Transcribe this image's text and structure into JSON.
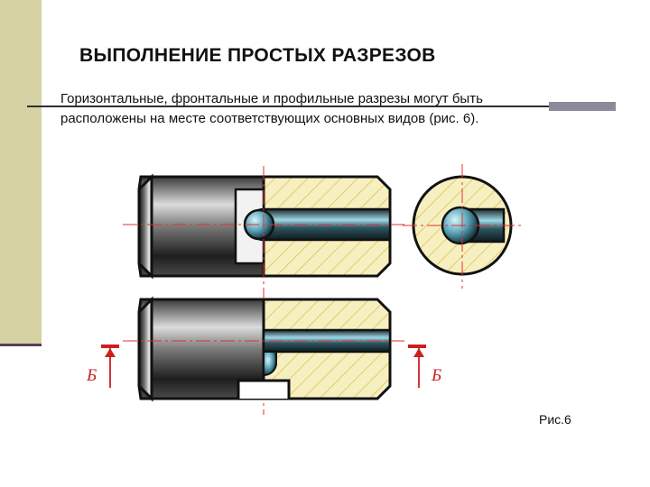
{
  "title": "ВЫПОЛНЕНИЕ ПРОСТЫХ РАЗРЕЗОВ",
  "intro_lines": [
    "Горизонтальные, фронтальные и профильные разрезы могут быть",
    "расположены на месте соответствующих основных видов (рис. 6)."
  ],
  "figure": {
    "caption": "Рис.6",
    "section_label_left": "Б",
    "section_label_right": "Б"
  },
  "colors": {
    "sidebar": "#d6d2a4",
    "hatch_fill": "#f6f0c0",
    "hatch_line": "#d9b44a",
    "axis_line": "#e03030",
    "section_marker": "#cc2020"
  }
}
